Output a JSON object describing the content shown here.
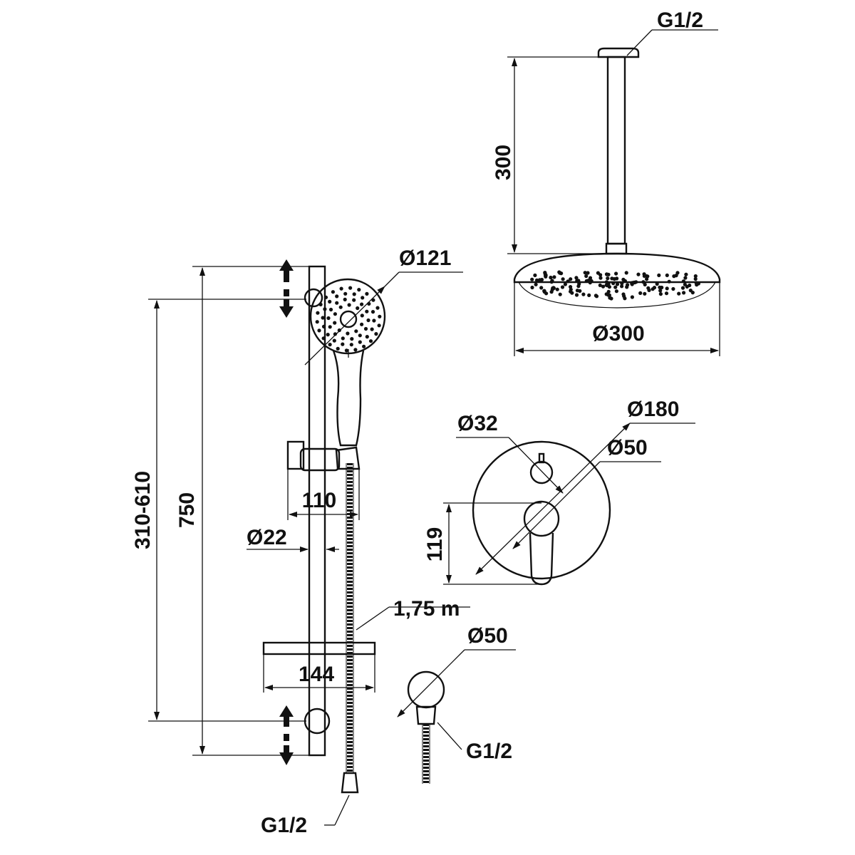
{
  "dimensions": {
    "top_inlet_thread": "G1/2",
    "arm_length": "300",
    "head_diameter": "Ø300",
    "hand_shower_diameter": "Ø121",
    "mixer_plate_diameter": "Ø180",
    "mixer_knob_diameter": "Ø32",
    "mixer_lever_diameter": "Ø50",
    "mixer_height": "119",
    "bracket_width": "110",
    "rail_diameter": "Ø22",
    "adjust_range": "310-610",
    "rail_length": "750",
    "hose_length": "1,75 m",
    "shelf_width": "144",
    "outlet_diameter": "Ø50",
    "outlet_thread": "G1/2",
    "hose_end_thread": "G1/2"
  },
  "colors": {
    "line": "#111111",
    "background": "#ffffff"
  }
}
